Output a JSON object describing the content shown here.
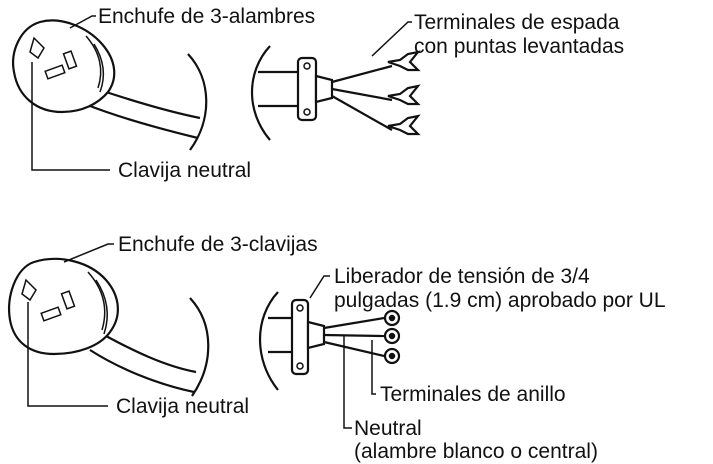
{
  "top_diagram": {
    "plug_label": "Enchufe de 3-alambres",
    "terminal_label_line1": "Terminales de espada",
    "terminal_label_line2": "con puntas levantadas",
    "neutral_label": "Clavija neutral"
  },
  "bottom_diagram": {
    "plug_label": "Enchufe de 3-clavijas",
    "strain_relief_line1": "Liberador de tensión de 3/4",
    "strain_relief_line2": "pulgadas (1.9 cm) aprobado por UL",
    "ring_label": "Terminales de anillo",
    "neutral_label": "Clavija neutral",
    "neutral_wire_line1": "Neutral",
    "neutral_wire_line2": "(alambre blanco o central)"
  }
}
